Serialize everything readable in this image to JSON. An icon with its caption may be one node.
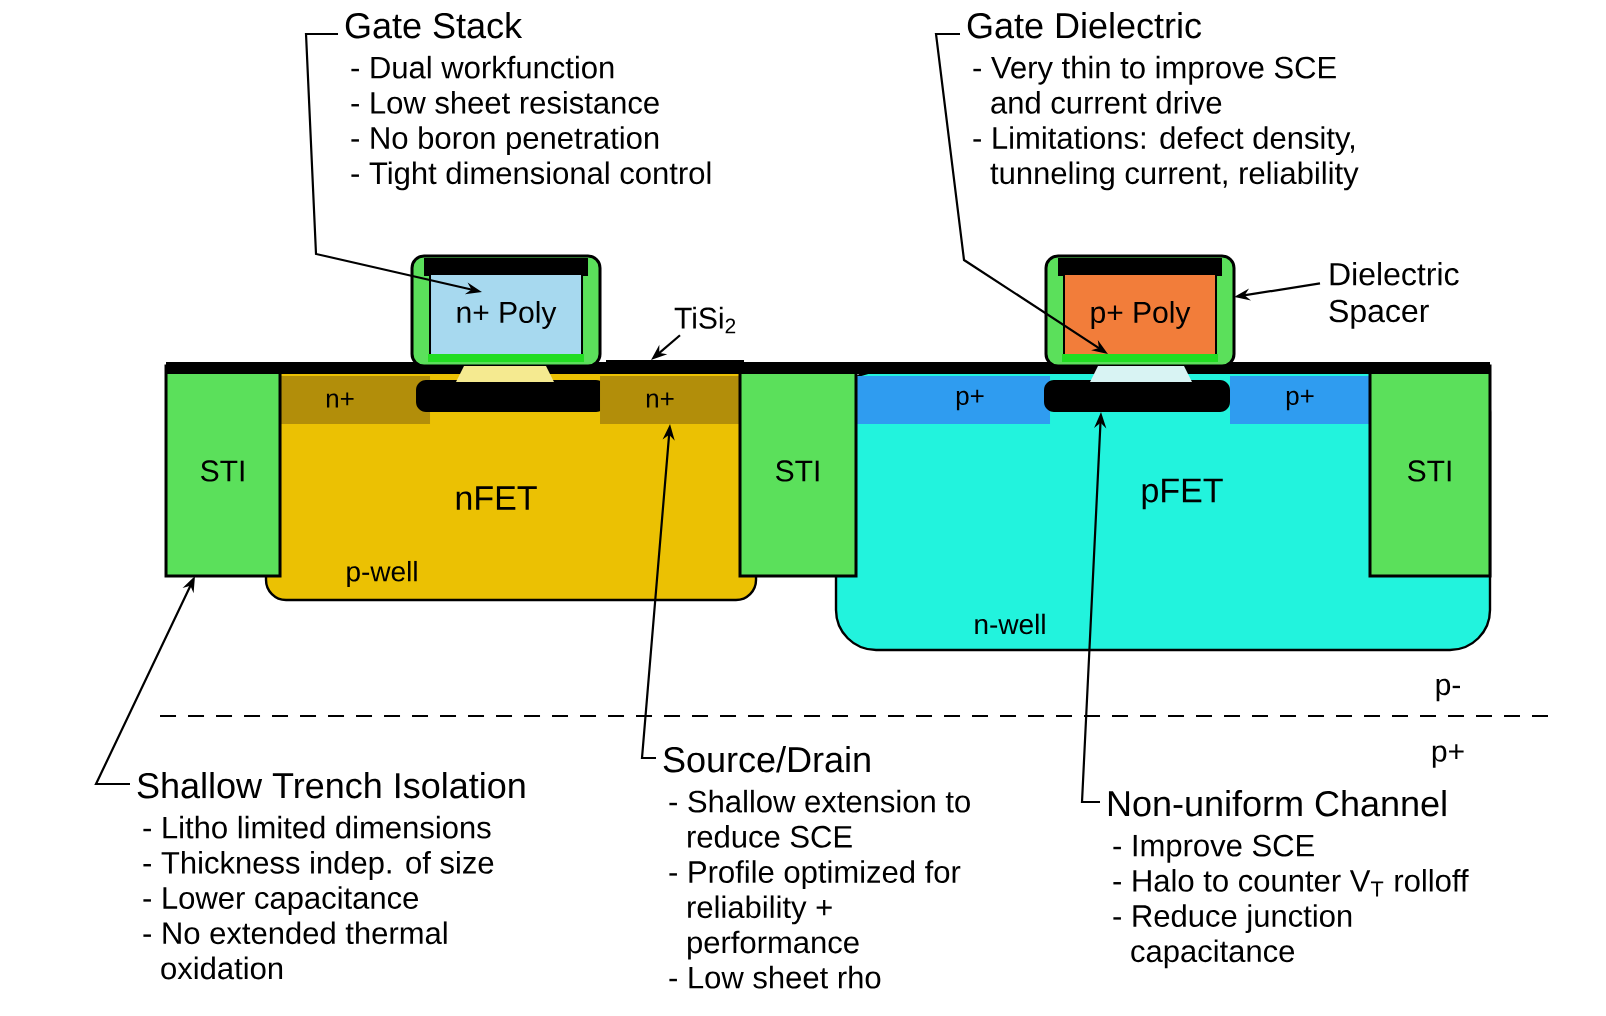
{
  "diagram": {
    "nodes": [
      {
        "text": [
          "Gate Stack",
          "- Dual workfunction",
          "- Low sheet resistance",
          "- No boron penetration",
          "- Tight dimensional control"
        ]
      },
      {
        "text": [
          "Gate Dielectric",
          "- Very thin to improve SCE and current drive",
          "- Limitations: defect density, tunneling current, reliability"
        ]
      },
      {
        "text": [],
        "shape": "box"
      },
      {
        "text": [
          "n+ Poly"
        ],
        "in": 2
      },
      {
        "text": [
          "TiSi$_{2}$"
        ]
      },
      {
        "text": [],
        "shape": "box"
      },
      {
        "text": [
          "p+ Poly"
        ],
        "in": 5
      },
      {
        "text": [],
        "shape": "bar",
        "in": 5
      },
      {
        "text": [
          "Dielectric Spacer"
        ]
      },
      {
        "text": [],
        "shape": "bar"
      },
      {
        "text": [
          "STI"
        ]
      },
      {
        "text": [
          "nFET",
          "p-well"
        ]
      },
      {
        "text": [
          "n+"
        ],
        "in": 11
      },
      {
        "text": [],
        "shape": "bar",
        "in": 11
      },
      {
        "text": [
          "n+"
        ],
        "in": 11
      },
      {
        "text": [
          "STI"
        ]
      },
      {
        "text": [
          "pFET",
          "n-well"
        ]
      },
      {
        "text": [
          "p+"
        ],
        "in": 16
      },
      {
        "text": [],
        "shape": "bar",
        "in": 16
      },
      {
        "text": [
          "p+"
        ],
        "in": 16
      },
      {
        "text": [
          "STI"
        ],
        "in": 16
      },
      {
        "text": [
          "Shallow Trench Isolation",
          "- Litho limited dimensions",
          "- Thickness indep. of size",
          "- Lower capacitance",
          "- No extended thermal oxidation"
        ]
      },
      {
        "text": [
          "Source/Drain",
          "- Shallow extension to reduce SCE",
          "- Profile optimized for reliability + performance",
          "- Low sheet rho"
        ]
      },
      {
        "text": [
          "Non-uniform Channel",
          "- Improve SCE",
          "- Halo to counter V$_{T}$ rolloff",
          "- Reduce junction capacitance"
        ]
      }
    ],
    "edges": [
      {
        "from": 0,
        "to": 3,
        "arrow": "to"
      },
      {
        "from": 4,
        "to": 9,
        "arrow": "to"
      },
      {
        "from": 1,
        "to": 7,
        "arrow": "to"
      },
      {
        "from": 8,
        "to": 5,
        "arrow": "to"
      },
      {
        "from": 21,
        "to": 10,
        "arrow": "to"
      },
      {
        "from": 22,
        "to": 14,
        "arrow": "to"
      },
      {
        "from": 23,
        "to": 18,
        "arrow": "to"
      }
    ],
    "labels": [
      "p-",
      "p+"
    ]
  }
}
